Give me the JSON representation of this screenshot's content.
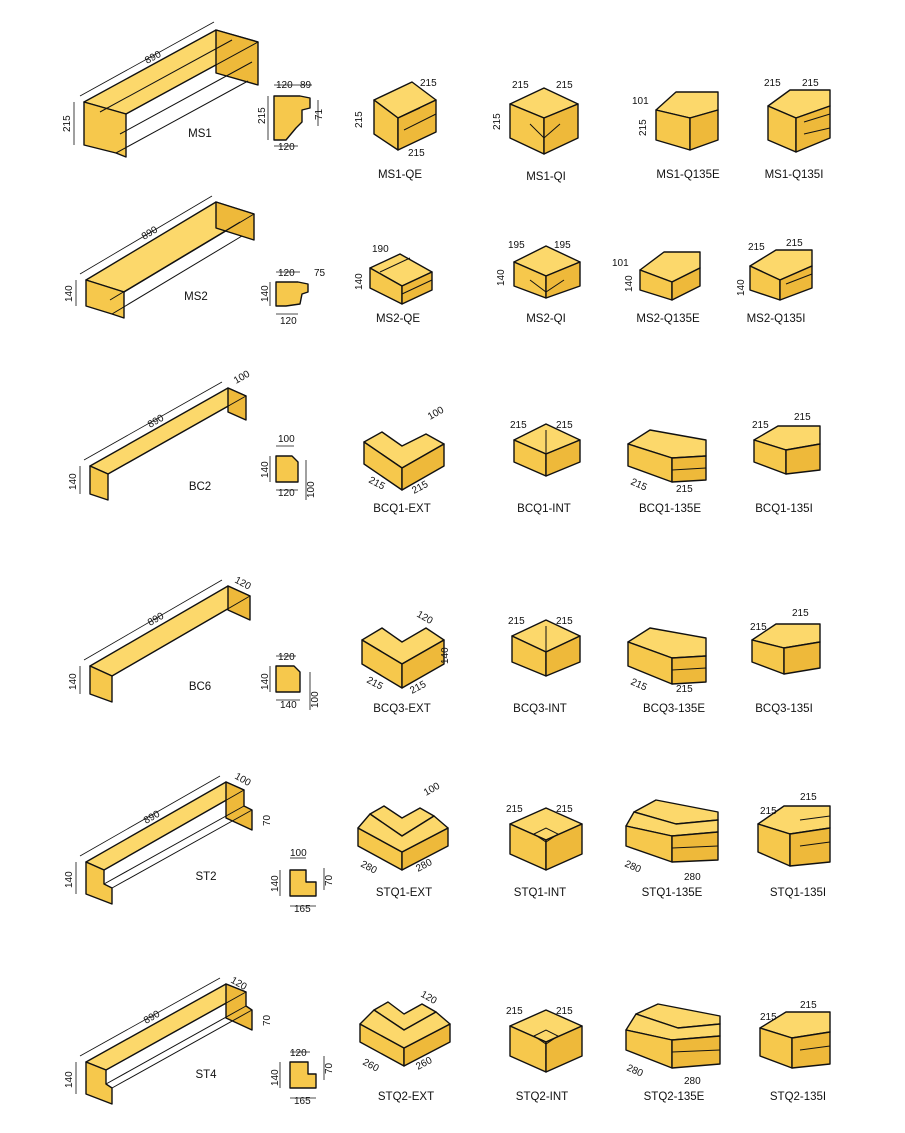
{
  "colors": {
    "block_top": "#fcd86b",
    "block_front": "#f6c84c",
    "block_side": "#eeb93a",
    "outline": "#111111"
  },
  "rows": [
    {
      "beam": {
        "label": "MS1",
        "length": "890",
        "height": "215"
      },
      "section": {
        "dims": [
          "120",
          "89",
          "215",
          "71",
          "120"
        ]
      },
      "corners": [
        {
          "label": "MS1-QE",
          "dims": [
            "215",
            "215",
            "215"
          ]
        },
        {
          "label": "MS1-QI",
          "dims": [
            "215",
            "215",
            "215"
          ]
        },
        {
          "label": "MS1-Q135E",
          "dims": [
            "101",
            "215"
          ]
        },
        {
          "label": "MS1-Q135I",
          "dims": [
            "215",
            "215"
          ]
        }
      ]
    },
    {
      "beam": {
        "label": "MS2",
        "length": "890",
        "height": "140"
      },
      "section": {
        "dims": [
          "120",
          "75",
          "140",
          "120"
        ]
      },
      "corners": [
        {
          "label": "MS2-QE",
          "dims": [
            "190",
            "140"
          ]
        },
        {
          "label": "MS2-QI",
          "dims": [
            "195",
            "195",
            "140"
          ]
        },
        {
          "label": "MS2-Q135E",
          "dims": [
            "101",
            "140"
          ]
        },
        {
          "label": "MS2-Q135I",
          "dims": [
            "215",
            "215",
            "140"
          ]
        }
      ]
    },
    {
      "beam": {
        "label": "BC2",
        "length": "890",
        "height": "140",
        "depth": "100"
      },
      "section": {
        "dims": [
          "100",
          "140",
          "120",
          "100"
        ]
      },
      "corners": [
        {
          "label": "BCQ1-EXT",
          "dims": [
            "100",
            "215",
            "215"
          ]
        },
        {
          "label": "BCQ1-INT",
          "dims": [
            "215",
            "215"
          ]
        },
        {
          "label": "BCQ1-135E",
          "dims": [
            "215",
            "215"
          ]
        },
        {
          "label": "BCQ1-135I",
          "dims": [
            "215",
            "215"
          ]
        }
      ]
    },
    {
      "beam": {
        "label": "BC6",
        "length": "890",
        "height": "140",
        "depth": "120"
      },
      "section": {
        "dims": [
          "120",
          "140",
          "140",
          "100"
        ]
      },
      "corners": [
        {
          "label": "BCQ3-EXT",
          "dims": [
            "120",
            "140",
            "215",
            "215"
          ]
        },
        {
          "label": "BCQ3-INT",
          "dims": [
            "215",
            "215"
          ]
        },
        {
          "label": "BCQ3-135E",
          "dims": [
            "215",
            "215"
          ]
        },
        {
          "label": "BCQ3-135I",
          "dims": [
            "215",
            "215"
          ]
        }
      ]
    },
    {
      "beam": {
        "label": "ST2",
        "length": "890",
        "height": "140",
        "depth": "100",
        "step": "70"
      },
      "section": {
        "dims": [
          "100",
          "140",
          "70",
          "165"
        ]
      },
      "corners": [
        {
          "label": "STQ1-EXT",
          "dims": [
            "100",
            "280",
            "280"
          ]
        },
        {
          "label": "STQ1-INT",
          "dims": [
            "215",
            "215"
          ]
        },
        {
          "label": "STQ1-135E",
          "dims": [
            "280",
            "280"
          ]
        },
        {
          "label": "STQ1-135I",
          "dims": [
            "215",
            "215"
          ]
        }
      ]
    },
    {
      "beam": {
        "label": "ST4",
        "length": "890",
        "height": "140",
        "depth": "120",
        "step": "70"
      },
      "section": {
        "dims": [
          "120",
          "140",
          "70",
          "165"
        ]
      },
      "corners": [
        {
          "label": "STQ2-EXT",
          "dims": [
            "120",
            "260",
            "260"
          ]
        },
        {
          "label": "STQ2-INT",
          "dims": [
            "215",
            "215"
          ]
        },
        {
          "label": "STQ2-135E",
          "dims": [
            "280",
            "280"
          ]
        },
        {
          "label": "STQ2-135I",
          "dims": [
            "215",
            "215"
          ]
        }
      ]
    }
  ]
}
